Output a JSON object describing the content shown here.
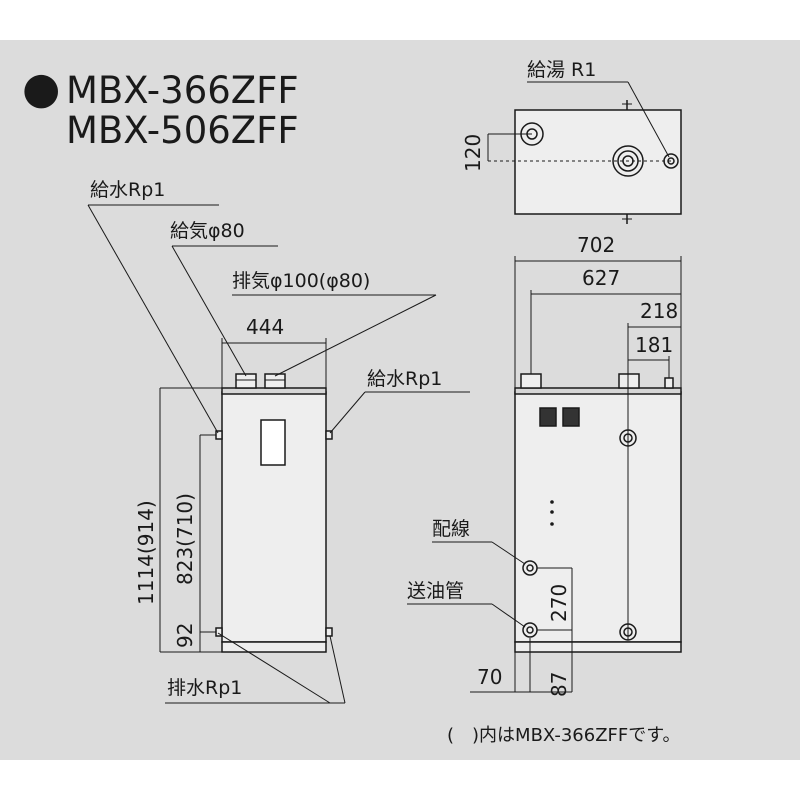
{
  "title": {
    "bullet": "●",
    "line1": "MBX-366ZFF",
    "line2": "MBX-506ZFF"
  },
  "labels": {
    "water_supply_top": "給水Rp1",
    "air_intake": "給気φ80",
    "exhaust": "排気φ100(φ80)",
    "water_supply_right": "給水Rp1",
    "drain": "排水Rp1",
    "hot_water": "給湯 R1",
    "wiring": "配線",
    "oil_pipe": "送油管"
  },
  "dimensions": {
    "top_depth": "120",
    "front_width": "444",
    "height_total": "1114(914)",
    "height_inlet": "823(710)",
    "drain_height": "92",
    "side_total": "702",
    "side_627": "627",
    "side_218": "218",
    "side_181": "181",
    "side_270": "270",
    "side_70": "70",
    "side_87": "87"
  },
  "footnote": "(　)内はMBX-366ZFFです。",
  "colors": {
    "background": "#dcdcdc",
    "line": "#1a1a1a",
    "body_fill": "#eeeeee"
  }
}
